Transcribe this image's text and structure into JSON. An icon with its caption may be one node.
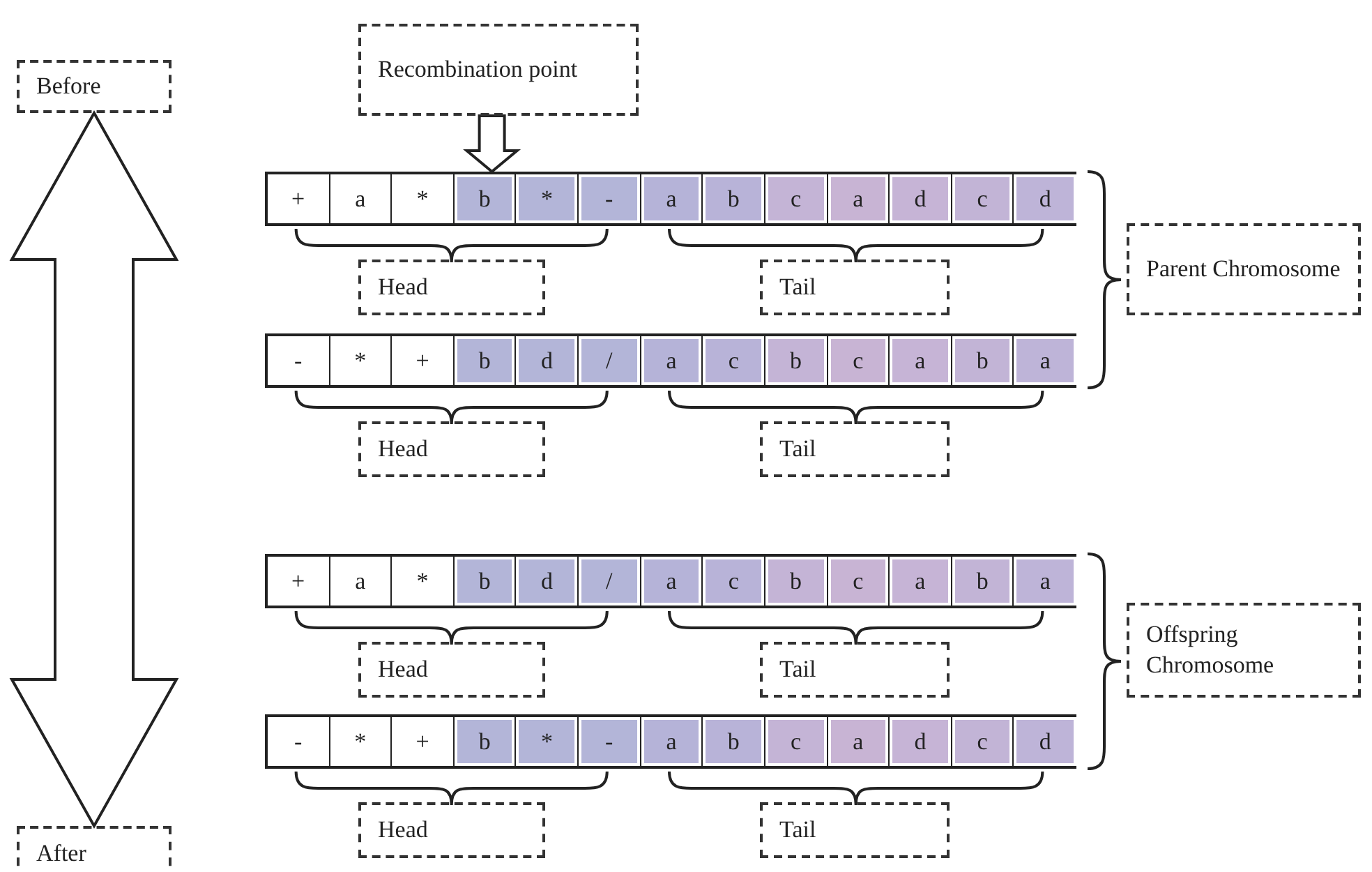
{
  "diagram": {
    "nodes": [
      {
        "text": [
          "Recombination point"
        ]
      },
      {
        "text": [
          "Before"
        ]
      },
      {
        "text": [],
        "shape": "bar"
      },
      {
        "text": [
          "+"
        ],
        "in": 2
      },
      {
        "text": [
          "a"
        ],
        "in": 2
      },
      {
        "text": [
          "*"
        ],
        "in": 2
      },
      {
        "text": [
          "b"
        ],
        "in": 2
      },
      {
        "text": [
          "*"
        ],
        "in": 2
      },
      {
        "text": [
          "-"
        ],
        "in": 2
      },
      {
        "text": [
          "a"
        ],
        "in": 2
      },
      {
        "text": [
          "b"
        ],
        "in": 2
      },
      {
        "text": [
          "c"
        ],
        "in": 2
      },
      {
        "text": [
          "a"
        ],
        "in": 2
      },
      {
        "text": [
          "d"
        ],
        "in": 2
      },
      {
        "text": [
          "c"
        ],
        "in": 2
      },
      {
        "text": [
          "d"
        ],
        "in": 2
      },
      {
        "text": [
          "Head"
        ]
      },
      {
        "text": [
          "Tail"
        ]
      },
      {
        "text": [
          "Parent Chromosome"
        ]
      },
      {
        "text": [],
        "shape": "bar"
      },
      {
        "text": [
          "-"
        ],
        "in": 19
      },
      {
        "text": [
          "*"
        ],
        "in": 19
      },
      {
        "text": [
          "+"
        ],
        "in": 19
      },
      {
        "text": [
          "b"
        ],
        "in": 19
      },
      {
        "text": [
          "d"
        ],
        "in": 19
      },
      {
        "text": [
          "/"
        ],
        "in": 19
      },
      {
        "text": [
          "a"
        ],
        "in": 19
      },
      {
        "text": [
          "c"
        ],
        "in": 19
      },
      {
        "text": [
          "b"
        ],
        "in": 19
      },
      {
        "text": [
          "c"
        ],
        "in": 19
      },
      {
        "text": [
          "a"
        ],
        "in": 19
      },
      {
        "text": [
          "b"
        ],
        "in": 19
      },
      {
        "text": [
          "a"
        ],
        "in": 19
      },
      {
        "text": [
          "Head"
        ]
      },
      {
        "text": [
          "Tail"
        ]
      },
      {
        "text": [],
        "shape": "bar"
      },
      {
        "text": [
          "+"
        ],
        "in": 35
      },
      {
        "text": [
          "a"
        ],
        "in": 35
      },
      {
        "text": [
          "*"
        ],
        "in": 35
      },
      {
        "text": [
          "b"
        ],
        "in": 35
      },
      {
        "text": [
          "d"
        ],
        "in": 35
      },
      {
        "text": [
          "/"
        ],
        "in": 35
      },
      {
        "text": [
          "a"
        ],
        "in": 35
      },
      {
        "text": [
          "c"
        ],
        "in": 35
      },
      {
        "text": [
          "b"
        ],
        "in": 35
      },
      {
        "text": [
          "c"
        ],
        "in": 35
      },
      {
        "text": [
          "a"
        ],
        "in": 35
      },
      {
        "text": [
          "b"
        ],
        "in": 35
      },
      {
        "text": [
          "a"
        ],
        "in": 35
      },
      {
        "text": [
          "Head"
        ]
      },
      {
        "text": [
          "Tail"
        ]
      },
      {
        "text": [
          "Offspring Chromosome"
        ]
      },
      {
        "text": [],
        "shape": "bar"
      },
      {
        "text": [
          "-"
        ],
        "in": 52
      },
      {
        "text": [
          "*"
        ],
        "in": 52
      },
      {
        "text": [
          "+"
        ],
        "in": 52
      },
      {
        "text": [
          "b"
        ],
        "in": 52
      },
      {
        "text": [
          "*"
        ],
        "in": 52
      },
      {
        "text": [
          "-"
        ],
        "in": 52
      },
      {
        "text": [
          "a"
        ],
        "in": 52
      },
      {
        "text": [
          "b"
        ],
        "in": 52
      },
      {
        "text": [
          "c"
        ],
        "in": 52
      },
      {
        "text": [
          "a"
        ],
        "in": 52
      },
      {
        "text": [
          "d"
        ],
        "in": 52
      },
      {
        "text": [
          "c"
        ],
        "in": 52
      },
      {
        "text": [
          "d"
        ],
        "in": 52
      },
      {
        "text": [
          "Head"
        ]
      },
      {
        "text": [
          "Tail"
        ]
      },
      {
        "text": [
          "After"
        ]
      }
    ],
    "edges": [
      {
        "from": 0,
        "to": 6,
        "arrow": "to"
      },
      {
        "from": 1,
        "to": 68,
        "arrow": "both"
      }
    ]
  }
}
